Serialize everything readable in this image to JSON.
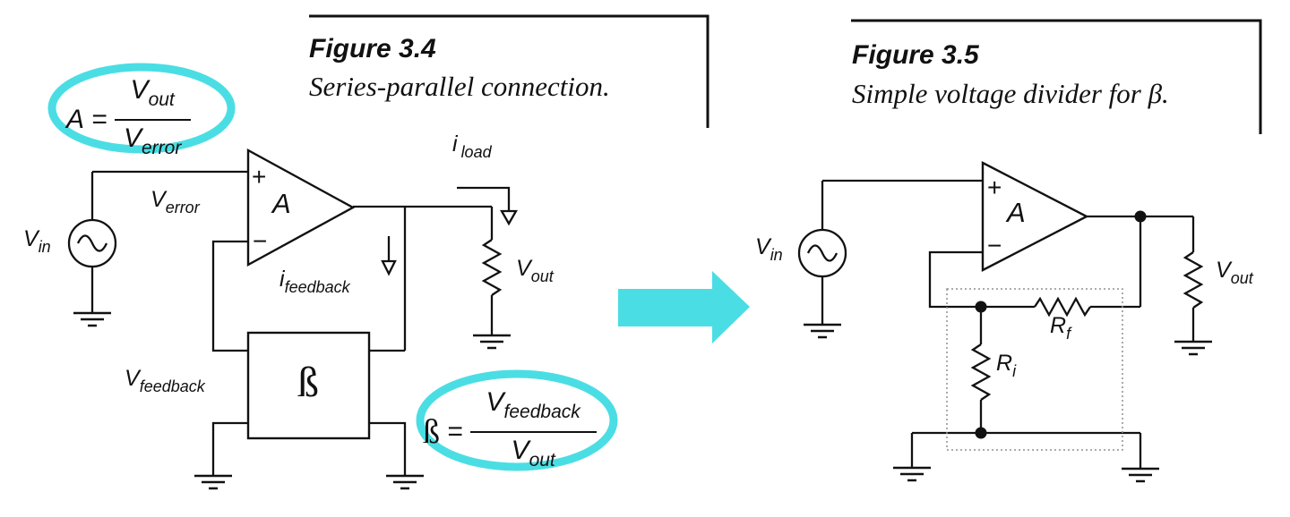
{
  "figure_34": {
    "title": "Figure 3.4",
    "caption": "Series-parallel connection."
  },
  "figure_35": {
    "title": "Figure 3.5",
    "caption": "Simple voltage divider for β."
  },
  "gain_formula": {
    "lhs": "A",
    "eq": "=",
    "numerator": {
      "main": "V",
      "sub": "out"
    },
    "denominator": {
      "main": "V",
      "sub": "error"
    }
  },
  "beta_formula": {
    "lhs": "ß",
    "eq": "=",
    "numerator": {
      "main": "V",
      "sub": "feedback"
    },
    "denominator": {
      "main": "V",
      "sub": "out"
    }
  },
  "left_circuit": {
    "source_label": {
      "main": "V",
      "sub": "in"
    },
    "error_label": {
      "main": "V",
      "sub": "error"
    },
    "plus": "+",
    "minus": "−",
    "gain": "A",
    "feedback_current": {
      "main": "i",
      "sub": "feedback"
    },
    "load_current": {
      "main": "i",
      "sub": "load"
    },
    "output_label": {
      "main": "V",
      "sub": "out"
    },
    "feedback_label": {
      "main": "V",
      "sub": "feedback"
    },
    "beta_block": "ß"
  },
  "right_circuit": {
    "source_label": {
      "main": "V",
      "sub": "in"
    },
    "plus": "+",
    "minus": "−",
    "gain": "A",
    "output_label": {
      "main": "V",
      "sub": "out"
    },
    "feedback_resistor": {
      "main": "R",
      "sub": "f"
    },
    "input_resistor": {
      "main": "R",
      "sub": "i"
    }
  },
  "colors": {
    "highlight_cyan": "#4adee4",
    "ink": "#111111"
  }
}
